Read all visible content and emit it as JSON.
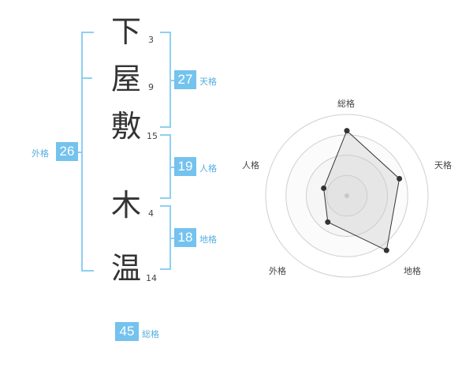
{
  "name": {
    "chars": [
      {
        "char": "下",
        "strokes": "3"
      },
      {
        "char": "屋",
        "strokes": "9"
      },
      {
        "char": "敷",
        "strokes": "15"
      },
      {
        "char": "木",
        "strokes": "4"
      },
      {
        "char": "温",
        "strokes": "14"
      }
    ]
  },
  "kaku": {
    "tenkaku": {
      "value": "27",
      "label": "天格"
    },
    "jinkaku": {
      "value": "19",
      "label": "人格"
    },
    "chikaku": {
      "value": "18",
      "label": "地格"
    },
    "gaikaku": {
      "value": "26",
      "label": "外格"
    },
    "soukaku": {
      "value": "45",
      "label": "総格"
    }
  },
  "colors": {
    "accent": "#74c2ee",
    "bracket": "#8ecff2",
    "text": "#333333"
  },
  "chart_data": {
    "type": "radar",
    "axes": [
      "総格",
      "天格",
      "地格",
      "外格",
      "人格"
    ],
    "values": [
      0.8,
      0.68,
      0.83,
      0.4,
      0.3
    ],
    "range": [
      0,
      1
    ],
    "rings": 4
  }
}
